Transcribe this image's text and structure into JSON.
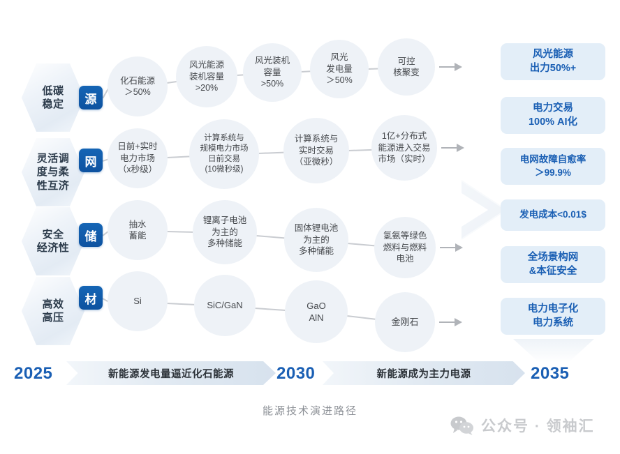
{
  "title": "能源技术演进路径",
  "colors": {
    "accent_blue": "#1a5fb4",
    "badge_blue": "#0d52a0",
    "node_fill": "#eef2f7",
    "chip_fill": "#e3eef8",
    "line_gray": "#c9ccd1"
  },
  "pillars": [
    {
      "label": "低碳\n稳定",
      "badge": "源"
    },
    {
      "label": "灵活调\n度与柔\n性互济",
      "badge": "网"
    },
    {
      "label": "安全\n经济性",
      "badge": "储"
    },
    {
      "label": "高效\n高压",
      "badge": "材"
    }
  ],
  "rows": [
    {
      "badge": "源",
      "nodes": [
        "化石能源\n＞50%",
        "风光能源\n装机容量\n>20%",
        "风光装机\n容量\n>50%",
        "风光\n发电量\n＞50%",
        "可控\n核聚变"
      ]
    },
    {
      "badge": "网",
      "nodes": [
        "日前+实时\n电力市场\n（x秒级）",
        "计算系统与\n规模电力市场\n日前交易\n(10微秒级)",
        "计算系统与\n实时交易\n（亚微秒）",
        "1亿+分布式\n能源进入交易\n市场（实时）"
      ]
    },
    {
      "badge": "储",
      "nodes": [
        "抽水\n蓄能",
        "锂离子电池\n为主的\n多种储能",
        "固体锂电池\n为主的\n多种储能",
        "氢氨等绿色\n燃料与燃料\n电池"
      ]
    },
    {
      "badge": "材",
      "nodes": [
        "Si",
        "SiC/GaN",
        "GaO\nAlN",
        "金刚石"
      ]
    }
  ],
  "results": [
    "风光能源\n出力50%+",
    "电力交易\n100% AI化",
    "电网故障自愈率\n＞99.9%",
    "发电成本<0.01$",
    "全场景构网\n&本征安全",
    "电力电子化\n电力系统"
  ],
  "timeline": {
    "years": [
      "2025",
      "2030",
      "2035"
    ],
    "phases": [
      "新能源发电量逼近化石能源",
      "新能源成为主力电源"
    ]
  },
  "watermark": {
    "icon": "wechat-icon",
    "text": "公众号 · 领袖汇"
  }
}
